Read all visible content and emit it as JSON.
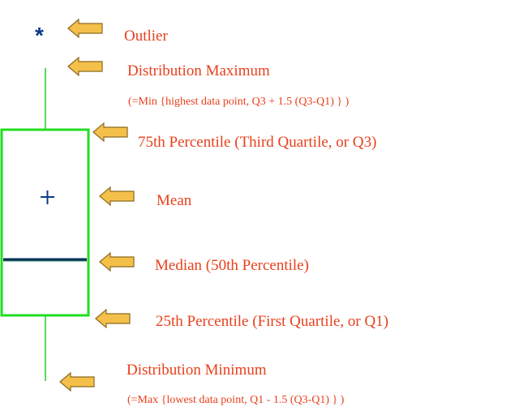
{
  "diagram": {
    "outlier_symbol": "*",
    "mean_symbol": "+",
    "colors": {
      "box": "#22dd22",
      "whisker": "#22cc22",
      "median": "#0a2f5a",
      "symbol": "#0b3a8c",
      "label": "#e8401c",
      "arrow_fill": "#f5c04a",
      "arrow_stroke": "#8a6a20"
    },
    "labels": {
      "outlier": "Outlier",
      "maximum": "Distribution Maximum",
      "maximum_formula": "(=Min {highest data point, Q3 + 1.5 (Q3-Q1) } )",
      "q3": "75th Percentile (Third Quartile, or Q3)",
      "mean": "Mean",
      "median": "Median (50th Percentile)",
      "q1": "25th Percentile (First Quartile, or Q1)",
      "minimum": "Distribution Minimum",
      "minimum_formula": "(=Max {lowest data point, Q1 - 1.5 (Q3-Q1) } )"
    }
  }
}
